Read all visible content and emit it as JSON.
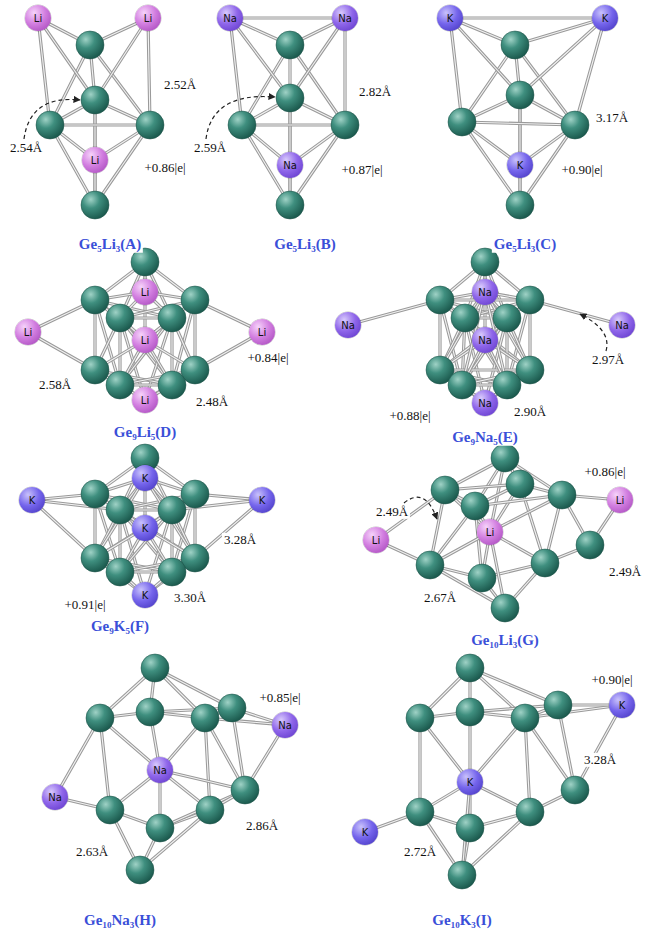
{
  "diagram": {
    "nodes": [
      {
        "text": [
          "Li"
        ]
      },
      {
        "text": [
          "Li"
        ]
      },
      {
        "text": [
          "Li"
        ]
      },
      {
        "text": [
          "Na"
        ]
      },
      {
        "text": [
          "Na"
        ]
      },
      {
        "text": [
          "Na"
        ]
      },
      {
        "text": [
          "K"
        ]
      },
      {
        "text": [
          "K"
        ]
      },
      {
        "text": [
          "K"
        ]
      },
      {
        "text": [
          "Li"
        ]
      },
      {
        "text": [
          "Li"
        ]
      },
      {
        "text": [
          "Li"
        ]
      },
      {
        "text": [
          "Li"
        ]
      },
      {
        "text": [
          "Li"
        ]
      },
      {
        "text": [
          "Na"
        ]
      },
      {
        "text": [
          "Na"
        ]
      },
      {
        "text": [
          "Na"
        ]
      },
      {
        "text": [
          "Na"
        ]
      },
      {
        "text": [
          "Na"
        ]
      },
      {
        "text": [
          "K"
        ]
      },
      {
        "text": [
          "K"
        ]
      },
      {
        "text": [
          "K"
        ]
      },
      {
        "text": [
          "K"
        ]
      },
      {
        "text": [
          "K"
        ]
      },
      {
        "text": [
          "Li"
        ]
      },
      {
        "text": [
          "Li"
        ]
      },
      {
        "text": [
          "Li"
        ]
      },
      {
        "text": [
          "Na"
        ]
      },
      {
        "text": [
          "Na"
        ]
      },
      {
        "text": [
          "Na"
        ]
      },
      {
        "text": [
          "K"
        ]
      },
      {
        "text": [
          "K"
        ]
      },
      {
        "text": [
          "K"
        ]
      }
    ],
    "edges": [
      {
        "from": 3,
        "to": 4,
        "arrow": "none"
      },
      {
        "from": 6,
        "to": 7,
        "arrow": "none"
      }
    ],
    "labels": [
      "2.54Å",
      "2.52Å",
      "+0.86|e|",
      "Ge₅Li₃(A)",
      "2.82Å",
      "2.59Å",
      "+0.87|e|",
      "Ge₅Li₃(B)",
      "3.17Å",
      "+0.90|e|",
      "Ge₅Li₃(C)",
      "2.58Å",
      "+0.84|e|",
      "2.48Å",
      "Ge₉Li₅(D)",
      "2.97Å",
      "2.90Å",
      "+0.88|e|",
      "Ge₉Na₅(E)",
      "3.28Å",
      "3.30Å",
      "+0.91|e|",
      "Ge₉K₅(F)",
      "+0.86|e|",
      "2.49Å",
      "2.49Å",
      "2.67Å",
      "Ge₁₀Li₃(G)",
      "+0.85|e|",
      "2.86Å",
      "2.63Å",
      "Ge₁₀Na₃(H)",
      "+0.90|e|",
      "3.28Å",
      "2.72Å",
      "Ge₁₀K₃(I)"
    ]
  }
}
